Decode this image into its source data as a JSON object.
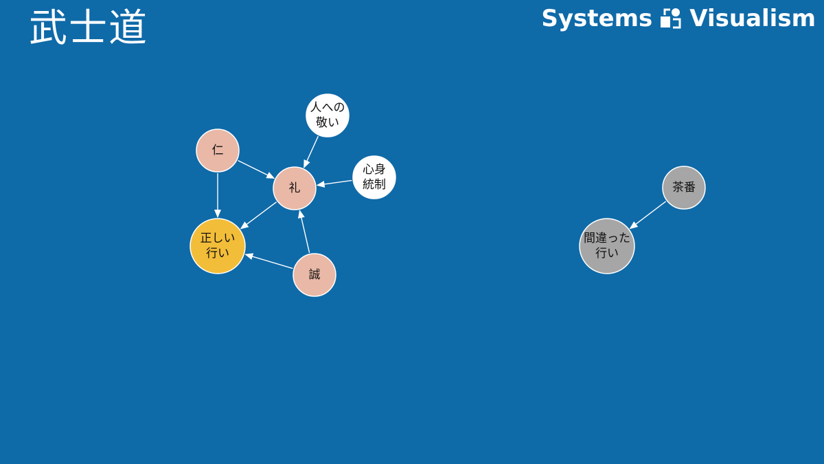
{
  "page": {
    "title": "武士道",
    "background": "#0f6aa8"
  },
  "brand": {
    "left": "Systems",
    "right": "Visualism",
    "logo_icon": "systems-visualism-logo-icon"
  },
  "diagram": {
    "colors": {
      "value_node": "#e9b8a7",
      "outcome_node": "#f2bd39",
      "influence_node": "#ffffff",
      "negative_node": "#a6a6a6",
      "edge": "#ffffff"
    },
    "nodes": [
      {
        "id": "jin",
        "lines": [
          "仁"
        ]
      },
      {
        "id": "rei",
        "lines": [
          "礼"
        ]
      },
      {
        "id": "makoto",
        "lines": [
          "誠"
        ]
      },
      {
        "id": "right_action",
        "lines": [
          "正しい",
          "行い"
        ]
      },
      {
        "id": "respect",
        "lines": [
          "人への",
          "敬い"
        ]
      },
      {
        "id": "self_control",
        "lines": [
          "心身",
          "統制"
        ]
      },
      {
        "id": "sabancha",
        "lines": [
          "茶番"
        ]
      },
      {
        "id": "wrong_action",
        "lines": [
          "間違った",
          "行い"
        ]
      }
    ],
    "edges": [
      {
        "from": "jin",
        "to": "rei"
      },
      {
        "from": "jin",
        "to": "right_action"
      },
      {
        "from": "respect",
        "to": "rei"
      },
      {
        "from": "self_control",
        "to": "rei"
      },
      {
        "from": "rei",
        "to": "right_action"
      },
      {
        "from": "makoto",
        "to": "rei"
      },
      {
        "from": "makoto",
        "to": "right_action"
      },
      {
        "from": "sabancha",
        "to": "wrong_action"
      }
    ]
  }
}
